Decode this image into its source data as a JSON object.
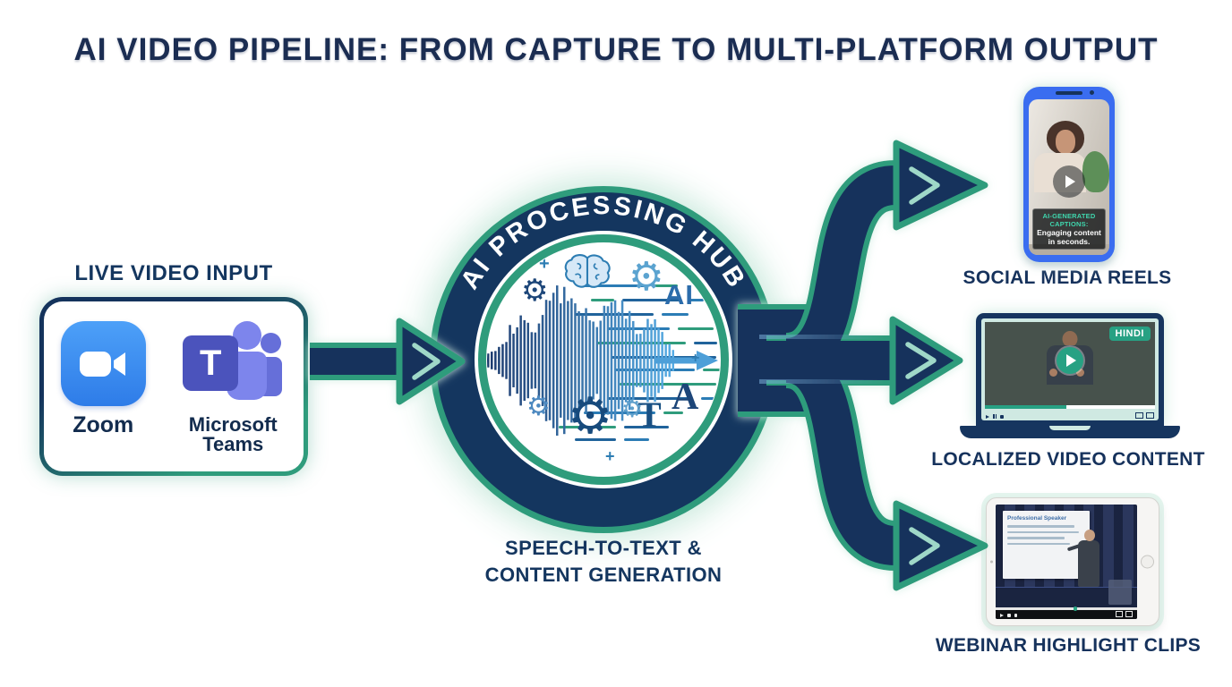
{
  "title": "AI VIDEO PIPELINE: FROM CAPTURE TO MULTI-PLATFORM OUTPUT",
  "input": {
    "heading": "LIVE VIDEO INPUT",
    "sources": [
      {
        "name": "Zoom",
        "icon": "zoom-video-icon"
      },
      {
        "name": "Microsoft Teams",
        "icon": "microsoft-teams-icon",
        "icon_letter": "T"
      }
    ]
  },
  "hub": {
    "ring_label": "AI PROCESSING HUB",
    "caption_line1": "SPEECH-TO-TEXT &",
    "caption_line2": "CONTENT GENERATION",
    "letters": {
      "ai": "AI",
      "a": "A",
      "t": "T"
    }
  },
  "outputs": [
    {
      "label": "SOCIAL MEDIA REELS",
      "device": "phone",
      "caption_title": "AI-GENERATED CAPTIONS:",
      "caption_body": "Engaging content in seconds."
    },
    {
      "label": "LOCALIZED VIDEO CONTENT",
      "device": "laptop",
      "badge": "HINDI"
    },
    {
      "label": "WEBINAR HIGHLIGHT CLIPS",
      "device": "tablet",
      "slide_title": "Professional Speaker"
    }
  ],
  "icons": {
    "gear": "⚙",
    "plus": "+"
  },
  "colors": {
    "navy": "#16335b",
    "teal": "#2f9c7c",
    "mint_glow": "#cdeee2",
    "zoom_blue": "#2d8cff",
    "teams_purple": "#4b53bc",
    "phone_frame_blue": "#3a6df0",
    "badge_teal": "#27a183",
    "title_navy": "#1b2d52"
  }
}
